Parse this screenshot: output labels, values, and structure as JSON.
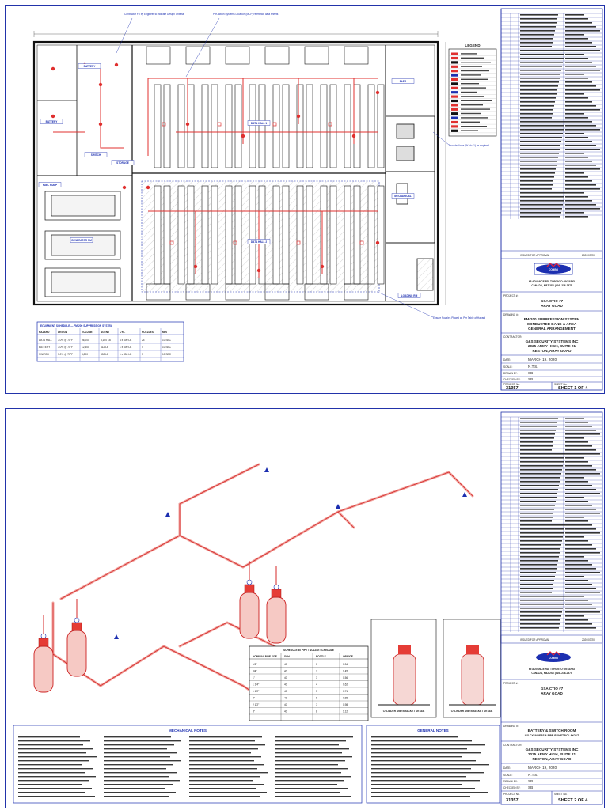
{
  "company": {
    "logo_text": "COMBO",
    "address_line1": "65 ADVANCE RD. TORONTO ONTARIO",
    "address_line2": "CANADA, M8Z 2S6 (416)-236-2575"
  },
  "sheet1": {
    "project_label": "PROJECT #:",
    "project_value": "GSA CTIO #7",
    "project_sub": "ARAY GOAD",
    "drawing_label": "DRAWING #:",
    "drawing_line1": "FM-200 SUPPRESSION SYSTEM",
    "drawing_line2": "CONDUCTED BANK & AREA",
    "drawing_line3": "GENERAL ARRANGEMENT",
    "contractor_label": "CONTRACTOR:",
    "contractor_line1": "G&S SECURITY SYSTEMS INC",
    "contractor_line2": "2025 ARMY HIGH, SUITE 21",
    "contractor_line3": "RESTON, ARAY GOAD",
    "date_label": "DATE:",
    "date_value": "MARCH 19, 2020",
    "scale_label": "SCALE:",
    "scale_value": "N.T.S.",
    "drawn_label": "DRAWN BY:",
    "drawn_value": "SB",
    "checked_label": "CHECKED BY:",
    "checked_value": "SB",
    "project_no_label": "PROJECT No.",
    "project_no_value": "31357",
    "sheet_no_label": "SHEET No.",
    "sheet_no_value": "SHEET 1 OF 4",
    "revision_label": "ISSUED FOR APPROVAL",
    "revision_date": "2020/03/20",
    "legend_title": "LEGEND",
    "rooms": [
      "BATTERY",
      "BATTERY",
      "SWITCH",
      "DATA HALL 1",
      "DATA HALL 2",
      "GENERATOR RM",
      "FUEL PUMP",
      "STORAGE",
      "ELEC",
      "MECHANICAL",
      "LOADING RM"
    ],
    "callouts": [
      "Contractor Fill by Engineer to indicate Design Criteria",
      "Pre-action Systems Location (MCP) reference data sheets",
      "Ensure Nozzles Placed as Per Table of Hazard",
      "Provide Lines (W-No. 1) as required"
    ],
    "agent_table_title": "EQUIPMENT SCHEDULE — FM-200 SUPPRESSION SYSTEM",
    "agent_table_headers": [
      "HAZARD",
      "DESIGN",
      "VOLUME",
      "AGENT",
      "CYL.",
      "NOZZLES",
      "MIN"
    ],
    "agent_table_rows": [
      [
        "DATA HALL",
        "7.0% @ 70°F",
        "96,000",
        "3,160 LB",
        "4 x 600 LB",
        "24",
        "10 SEC"
      ],
      [
        "BATTERY",
        "7.0% @ 70°F",
        "12,400",
        "412 LB",
        "1 x 600 LB",
        "4",
        "10 SEC"
      ],
      [
        "SWITCH",
        "7.0% @ 70°F",
        "8,800",
        "300 LB",
        "1 x 350 LB",
        "3",
        "10 SEC"
      ]
    ]
  },
  "sheet2": {
    "project_value": "GSA CTIO #7",
    "project_sub": "ARAY GOAD",
    "drawing_line1": "BATTERY & SWITCH ROOM",
    "drawing_line2": "ISO CYLINDERS & PIPE ISOMETRIC LAYOUT",
    "contractor_line1": "G&S SECURITY SYSTEMS INC",
    "contractor_line2": "2025 ARMY HIGH, SUITE 21",
    "contractor_line3": "RESTON, ARAY GOAD",
    "date_value": "MARCH 19, 2020",
    "scale_value": "N.T.S.",
    "drawn_value": "SB",
    "checked_value": "SB",
    "project_no_value": "31357",
    "sheet_no_value": "SHEET 2 OF 4",
    "revision_label": "ISSUED FOR APPROVAL",
    "revision_date": "2020/03/20",
    "notes_title": "MECHANICAL NOTES",
    "general_notes_title": "GENERAL NOTES",
    "pipe_table_title": "SCHEDULE 40 PIPE / NOZZLE SCHEDULE",
    "pipe_table_headers": [
      "NOMINAL PIPE SIZE",
      "SCH.",
      "NOZZLE",
      "ORIFICE"
    ],
    "pipe_table_rows": [
      [
        "1/2\"",
        "40",
        "1",
        "0.34"
      ],
      [
        "3/4\"",
        "40",
        "2",
        "0.45"
      ],
      [
        "1\"",
        "40",
        "3",
        "0.56"
      ],
      [
        "1 1/4\"",
        "40",
        "4",
        "0.62"
      ],
      [
        "1 1/2\"",
        "40",
        "5",
        "0.71"
      ],
      [
        "2\"",
        "40",
        "6",
        "0.88"
      ],
      [
        "2 1/2\"",
        "40",
        "7",
        "0.98"
      ],
      [
        "3\"",
        "40",
        "8",
        "1.12"
      ]
    ],
    "detail1_title": "CYLINDER AND BRACKET DETAIL",
    "detail2_title": "CYLINDER AND BRACKET DETAIL"
  }
}
